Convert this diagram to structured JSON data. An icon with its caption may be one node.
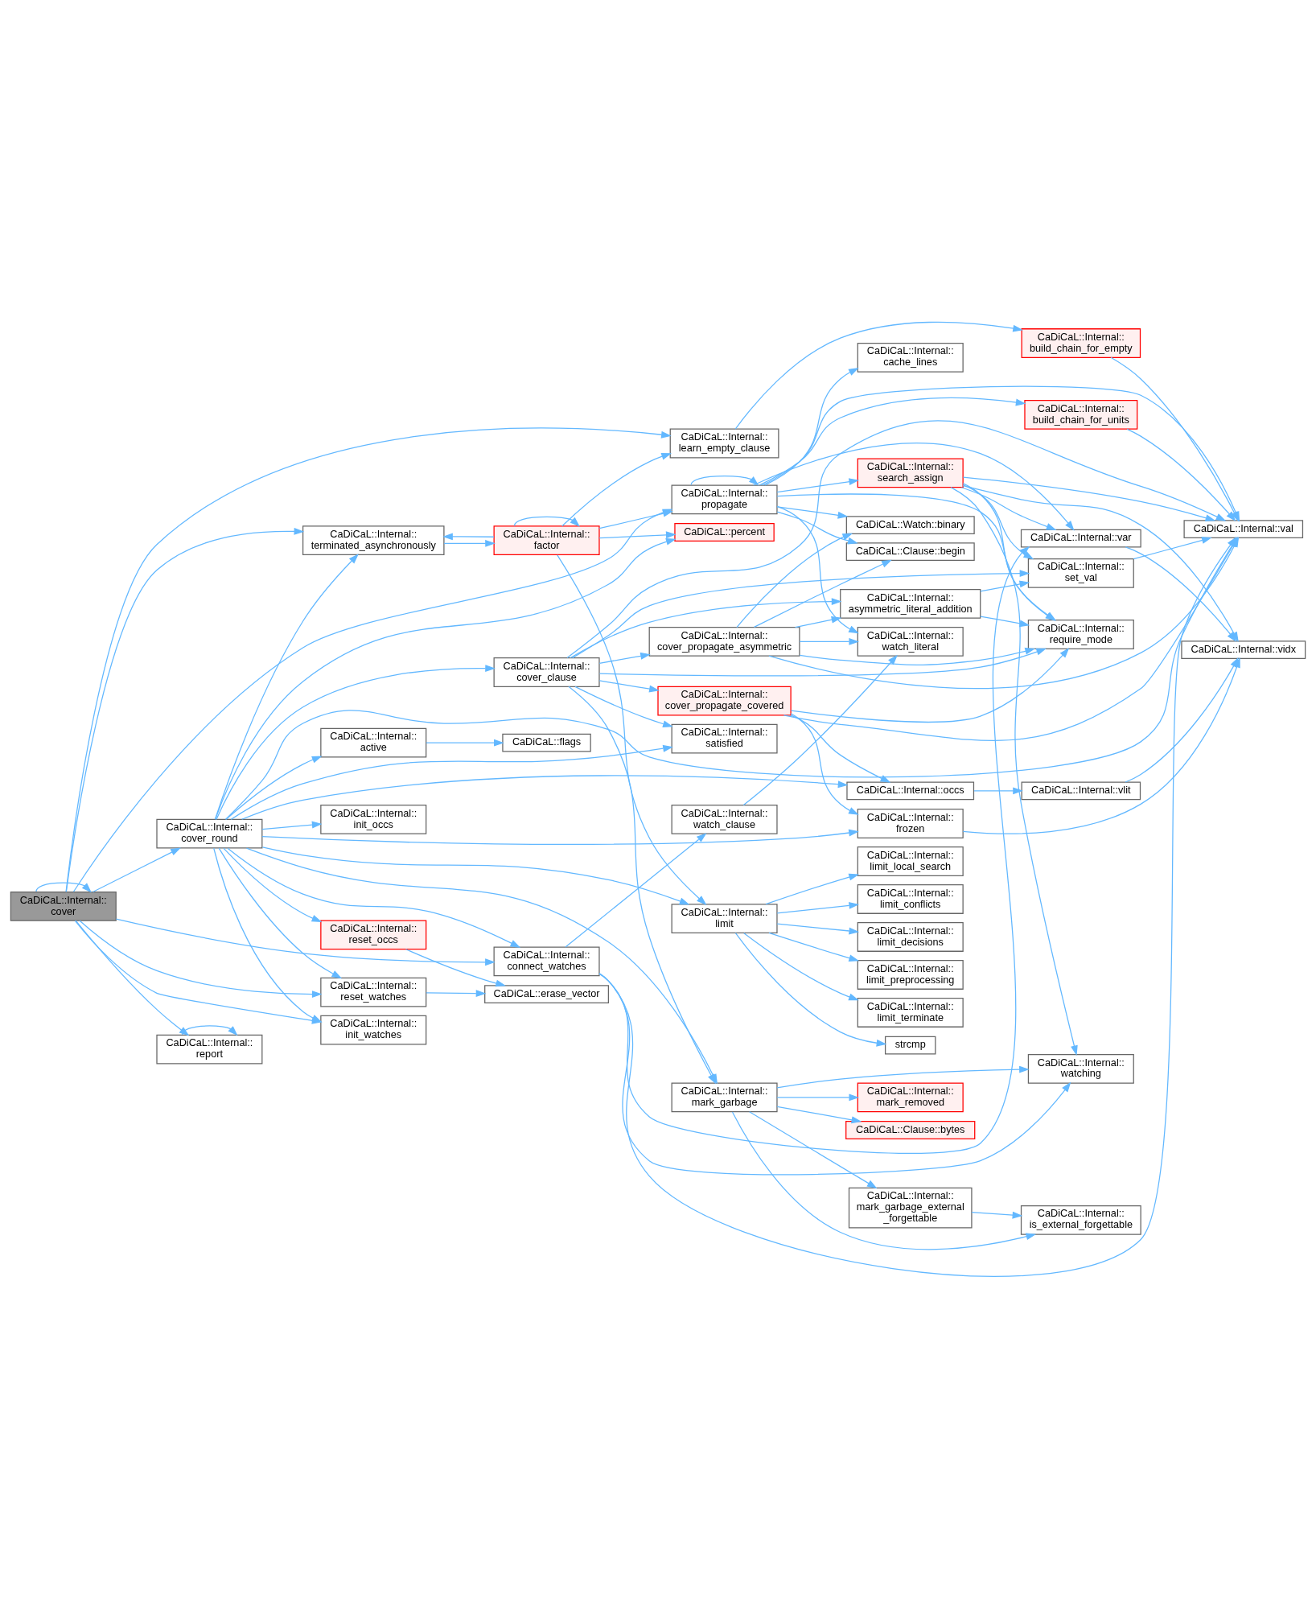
{
  "diagram": {
    "nodes": [
      {
        "text": [
          "CaDiCaL::Internal:: cover"
        ]
      },
      {
        "text": [
          "CaDiCaL::Internal:: cover_round"
        ]
      },
      {
        "text": [
          "CaDiCaL::Internal:: learn_empty_clause"
        ]
      },
      {
        "text": [
          "CaDiCaL::Internal:: build_chain_for_empty"
        ]
      },
      {
        "text": [
          "CaDiCaL::Internal::val"
        ]
      },
      {
        "text": [
          "CaDiCaL::percent"
        ]
      },
      {
        "text": [
          "CaDiCaL::Internal:: terminated_asynchronously"
        ]
      },
      {
        "text": [
          "CaDiCaL::Internal:: factor"
        ]
      },
      {
        "text": [
          "CaDiCaL::Internal:: limit"
        ]
      },
      {
        "text": [
          "CaDiCaL::Internal:: limit_local_search"
        ]
      },
      {
        "text": [
          "CaDiCaL::Internal:: limit_preprocessing"
        ]
      },
      {
        "text": [
          "CaDiCaL::Internal:: limit_terminate"
        ]
      },
      {
        "text": [
          "strcmp"
        ]
      },
      {
        "text": [
          "CaDiCaL::Internal:: limit_conflicts"
        ]
      },
      {
        "text": [
          "CaDiCaL::Internal:: limit_decisions"
        ]
      },
      {
        "text": [
          "CaDiCaL::Internal:: satisfied"
        ]
      },
      {
        "text": [
          "CaDiCaL::Internal:: asymmetric_literal_addition"
        ]
      },
      {
        "text": [
          "CaDiCaL::Internal:: set_val"
        ]
      },
      {
        "text": [
          "CaDiCaL::Internal:: cover_propagate_asymmetric"
        ]
      },
      {
        "text": [
          "CaDiCaL::Watch::binary"
        ]
      },
      {
        "text": [
          "CaDiCaL::Clause::begin"
        ]
      },
      {
        "text": [
          "CaDiCaL::Internal:: build_chain_for_units"
        ]
      },
      {
        "text": [
          "CaDiCaL::Internal:: active"
        ]
      },
      {
        "text": [
          "CaDiCaL::flags"
        ]
      },
      {
        "text": [
          "CaDiCaL::Internal:: init_occs"
        ]
      },
      {
        "text": [
          "CaDiCaL::Internal:: propagate"
        ]
      },
      {
        "text": [
          "CaDiCaL::Internal:: cache_lines"
        ]
      },
      {
        "text": [
          "CaDiCaL::Internal:: watch_literal"
        ]
      },
      {
        "text": [
          "CaDiCaL::Internal:: cover_clause"
        ]
      },
      {
        "text": [
          "CaDiCaL::Internal:: require_mode"
        ]
      },
      {
        "text": [
          "CaDiCaL::Internal:: watch_clause"
        ]
      },
      {
        "text": [
          "CaDiCaL::Internal:: cover_propagate_covered"
        ]
      },
      {
        "text": [
          "CaDiCaL::Internal:: search_assign"
        ]
      },
      {
        "text": [
          "CaDiCaL::Internal:: connect_watches"
        ]
      },
      {
        "text": [
          "CaDiCaL::Internal::var"
        ]
      },
      {
        "text": [
          "CaDiCaL::Internal::vidx"
        ]
      },
      {
        "text": [
          "CaDiCaL::Internal:: frozen"
        ]
      },
      {
        "text": [
          "CaDiCaL::Internal:: watching"
        ]
      },
      {
        "text": [
          "CaDiCaL::Internal::occs"
        ]
      },
      {
        "text": [
          "CaDiCaL::Internal::vlit"
        ]
      },
      {
        "text": [
          "CaDiCaL::Internal:: reset_occs"
        ]
      },
      {
        "text": [
          "CaDiCaL::erase_vector"
        ]
      },
      {
        "text": [
          "CaDiCaL::Internal:: reset_watches"
        ]
      },
      {
        "text": [
          "CaDiCaL::Internal:: mark_garbage"
        ]
      },
      {
        "text": [
          "CaDiCaL::Internal:: mark_garbage_external _forgettable"
        ]
      },
      {
        "text": [
          "CaDiCaL::Clause::bytes"
        ]
      },
      {
        "text": [
          "CaDiCaL::Internal:: is_external_forgettable"
        ]
      },
      {
        "text": [
          "CaDiCaL::Internal:: report"
        ]
      },
      {
        "text": [
          "CaDiCaL::Internal:: init_watches"
        ]
      },
      {
        "text": [
          "CaDiCaL::Internal:: mark_removed"
        ]
      }
    ],
    "edges": [
      {
        "from": 0,
        "to": 0,
        "arrow": "to"
      },
      {
        "from": 0,
        "to": 2,
        "arrow": "to"
      },
      {
        "from": 0,
        "to": 6,
        "arrow": "to"
      },
      {
        "from": 0,
        "to": 1,
        "arrow": "to"
      },
      {
        "from": 0,
        "to": 25,
        "arrow": "to"
      },
      {
        "from": 0,
        "to": 33,
        "arrow": "to"
      },
      {
        "from": 0,
        "to": 42,
        "arrow": "to"
      },
      {
        "from": 0,
        "to": 48,
        "arrow": "to"
      },
      {
        "from": 0,
        "to": 47,
        "arrow": "to"
      },
      {
        "from": 1,
        "to": 4,
        "arrow": "to"
      },
      {
        "from": 1,
        "to": 5,
        "arrow": "to"
      },
      {
        "from": 1,
        "to": 6,
        "arrow": "to"
      },
      {
        "from": 1,
        "to": 8,
        "arrow": "to"
      },
      {
        "from": 1,
        "to": 15,
        "arrow": "to"
      },
      {
        "from": 1,
        "to": 22,
        "arrow": "to"
      },
      {
        "from": 1,
        "to": 24,
        "arrow": "to"
      },
      {
        "from": 1,
        "to": 28,
        "arrow": "to"
      },
      {
        "from": 1,
        "to": 33,
        "arrow": "to"
      },
      {
        "from": 1,
        "to": 36,
        "arrow": "to"
      },
      {
        "from": 1,
        "to": 38,
        "arrow": "to"
      },
      {
        "from": 1,
        "to": 43,
        "arrow": "to"
      },
      {
        "from": 1,
        "to": 40,
        "arrow": "to"
      },
      {
        "from": 1,
        "to": 42,
        "arrow": "to"
      },
      {
        "from": 1,
        "to": 48,
        "arrow": "to"
      },
      {
        "from": 2,
        "to": 3,
        "arrow": "to"
      },
      {
        "from": 3,
        "to": 4,
        "arrow": "to"
      },
      {
        "from": 6,
        "to": 7,
        "arrow": "to"
      },
      {
        "from": 7,
        "to": 7,
        "arrow": "to"
      },
      {
        "from": 7,
        "to": 6,
        "arrow": "to"
      },
      {
        "from": 7,
        "to": 2,
        "arrow": "to"
      },
      {
        "from": 7,
        "to": 5,
        "arrow": "to"
      },
      {
        "from": 7,
        "to": 8,
        "arrow": "to"
      },
      {
        "from": 7,
        "to": 25,
        "arrow": "to"
      },
      {
        "from": 8,
        "to": 9,
        "arrow": "to"
      },
      {
        "from": 8,
        "to": 10,
        "arrow": "to"
      },
      {
        "from": 8,
        "to": 11,
        "arrow": "to"
      },
      {
        "from": 8,
        "to": 12,
        "arrow": "to"
      },
      {
        "from": 8,
        "to": 13,
        "arrow": "to"
      },
      {
        "from": 8,
        "to": 14,
        "arrow": "to"
      },
      {
        "from": 16,
        "to": 17,
        "arrow": "to"
      },
      {
        "from": 16,
        "to": 29,
        "arrow": "to"
      },
      {
        "from": 17,
        "to": 4,
        "arrow": "to"
      },
      {
        "from": 18,
        "to": 16,
        "arrow": "to"
      },
      {
        "from": 18,
        "to": 4,
        "arrow": "to"
      },
      {
        "from": 18,
        "to": 29,
        "arrow": "to"
      },
      {
        "from": 18,
        "to": 19,
        "arrow": "to"
      },
      {
        "from": 18,
        "to": 20,
        "arrow": "to"
      },
      {
        "from": 18,
        "to": 27,
        "arrow": "to"
      },
      {
        "from": 21,
        "to": 4,
        "arrow": "to"
      },
      {
        "from": 22,
        "to": 23,
        "arrow": "to"
      },
      {
        "from": 25,
        "to": 25,
        "arrow": "to"
      },
      {
        "from": 25,
        "to": 19,
        "arrow": "to"
      },
      {
        "from": 25,
        "to": 20,
        "arrow": "to"
      },
      {
        "from": 25,
        "to": 21,
        "arrow": "to"
      },
      {
        "from": 25,
        "to": 26,
        "arrow": "to"
      },
      {
        "from": 25,
        "to": 4,
        "arrow": "to"
      },
      {
        "from": 25,
        "to": 27,
        "arrow": "to"
      },
      {
        "from": 25,
        "to": 29,
        "arrow": "to"
      },
      {
        "from": 25,
        "to": 32,
        "arrow": "to"
      },
      {
        "from": 25,
        "to": 34,
        "arrow": "to"
      },
      {
        "from": 28,
        "to": 15,
        "arrow": "to"
      },
      {
        "from": 28,
        "to": 4,
        "arrow": "to"
      },
      {
        "from": 28,
        "to": 17,
        "arrow": "to"
      },
      {
        "from": 28,
        "to": 16,
        "arrow": "to"
      },
      {
        "from": 28,
        "to": 18,
        "arrow": "to"
      },
      {
        "from": 28,
        "to": 29,
        "arrow": "to"
      },
      {
        "from": 28,
        "to": 31,
        "arrow": "to"
      },
      {
        "from": 28,
        "to": 43,
        "arrow": "to"
      },
      {
        "from": 30,
        "to": 27,
        "arrow": "to"
      },
      {
        "from": 31,
        "to": 29,
        "arrow": "to"
      },
      {
        "from": 31,
        "to": 4,
        "arrow": "to"
      },
      {
        "from": 31,
        "to": 36,
        "arrow": "to"
      },
      {
        "from": 31,
        "to": 38,
        "arrow": "to"
      },
      {
        "from": 32,
        "to": 17,
        "arrow": "to"
      },
      {
        "from": 32,
        "to": 29,
        "arrow": "to"
      },
      {
        "from": 32,
        "to": 4,
        "arrow": "to"
      },
      {
        "from": 32,
        "to": 34,
        "arrow": "to"
      },
      {
        "from": 32,
        "to": 35,
        "arrow": "to"
      },
      {
        "from": 32,
        "to": 37,
        "arrow": "to"
      },
      {
        "from": 33,
        "to": 30,
        "arrow": "to"
      },
      {
        "from": 33,
        "to": 34,
        "arrow": "to"
      },
      {
        "from": 33,
        "to": 4,
        "arrow": "to"
      },
      {
        "from": 33,
        "to": 37,
        "arrow": "to"
      },
      {
        "from": 34,
        "to": 35,
        "arrow": "to"
      },
      {
        "from": 36,
        "to": 35,
        "arrow": "to"
      },
      {
        "from": 38,
        "to": 39,
        "arrow": "to"
      },
      {
        "from": 39,
        "to": 35,
        "arrow": "to"
      },
      {
        "from": 40,
        "to": 41,
        "arrow": "to"
      },
      {
        "from": 42,
        "to": 41,
        "arrow": "to"
      },
      {
        "from": 43,
        "to": 37,
        "arrow": "to"
      },
      {
        "from": 43,
        "to": 44,
        "arrow": "to"
      },
      {
        "from": 43,
        "to": 45,
        "arrow": "to"
      },
      {
        "from": 43,
        "to": 49,
        "arrow": "to"
      },
      {
        "from": 43,
        "to": 46,
        "arrow": "to"
      },
      {
        "from": 44,
        "to": 46,
        "arrow": "to"
      },
      {
        "from": 47,
        "to": 47,
        "arrow": "to"
      }
    ]
  }
}
